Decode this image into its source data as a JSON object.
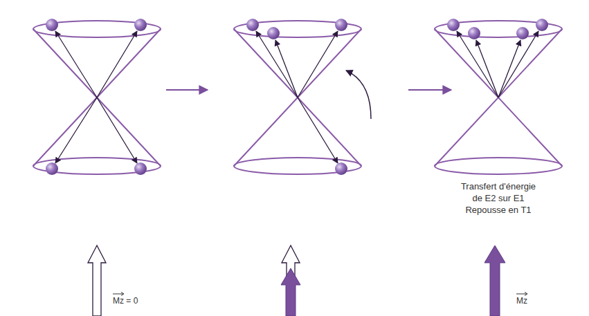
{
  "diagram": {
    "labels": [
      "Transfert d'énergie",
      "de E2 sur E1",
      "Repousse en T1",
      "Mz = 0",
      "Mz"
    ]
  }
}
